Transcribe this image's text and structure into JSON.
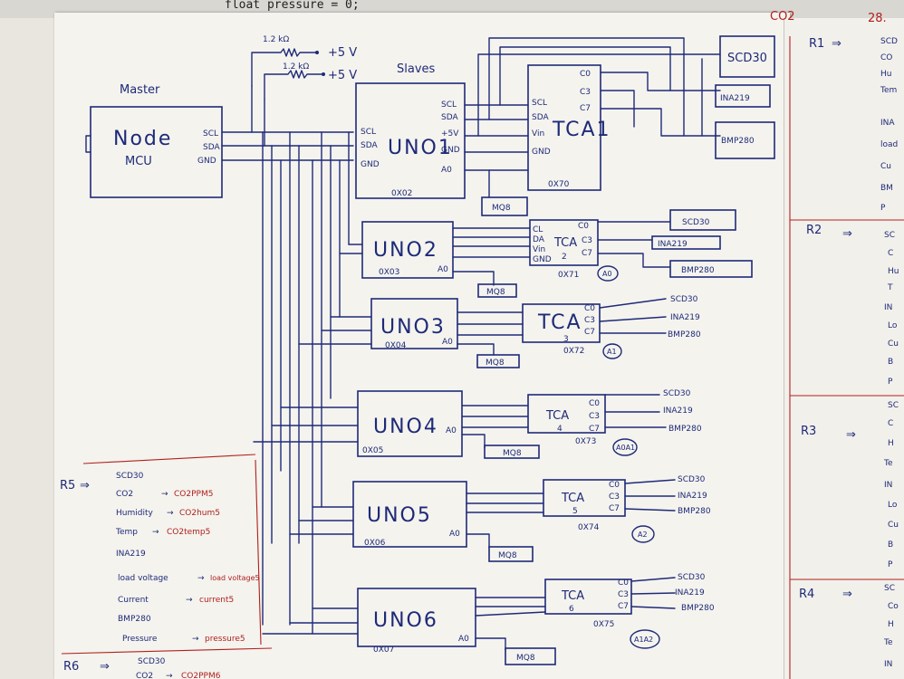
{
  "code_snippet": "float pressure = 0;",
  "top_right_marks": [
    "CO2",
    "28."
  ],
  "resistors": {
    "r1": "1.2 kΩ",
    "r2": "1.2 kΩ",
    "vcc": "+5 V"
  },
  "master": {
    "role": "Master",
    "name_line1": "Node",
    "name_line2": "MCU",
    "pins": [
      "SCL",
      "SDA",
      "GND"
    ]
  },
  "slaves_label": "Slaves",
  "uno1": {
    "name": "UNO1",
    "address": "0X02",
    "pins": [
      "SCL",
      "SDA",
      "+5V",
      "GND",
      "A0"
    ]
  },
  "tca1": {
    "name": "TCA1",
    "address": "0X70",
    "pins": [
      "SCL",
      "SDA",
      "Vin",
      "GND"
    ],
    "channels": [
      "C0",
      "C3",
      "C7"
    ]
  },
  "unos": [
    {
      "name": "UNO2",
      "address": "0X03",
      "a0": "A0"
    },
    {
      "name": "UNO3",
      "address": "0X04",
      "a0": "A0"
    },
    {
      "name": "UNO4",
      "address": "0X05",
      "a0": "A0"
    },
    {
      "name": "UNO5",
      "address": "0X06",
      "a0": "A0"
    },
    {
      "name": "UNO6",
      "address": "0X07",
      "a0": "A0"
    }
  ],
  "tcas": [
    {
      "line1": "TCA",
      "line2": "2",
      "address": "0X71",
      "tag": "A0",
      "pins": [
        "CL",
        "DA",
        "Vin",
        "GND"
      ],
      "channels": [
        "C0",
        "C3",
        "C7"
      ]
    },
    {
      "line1": "TCA",
      "line2": "3",
      "address": "0X72",
      "tag": "A1",
      "channels": [
        "C0",
        "C3",
        "C7"
      ]
    },
    {
      "line1": "TCA",
      "line2": "4",
      "address": "0X73",
      "tag": "A0A1",
      "channels": [
        "C0",
        "C3",
        "C7"
      ]
    },
    {
      "line1": "TCA",
      "line2": "5",
      "address": "0X74",
      "tag": "A2",
      "channels": [
        "C0",
        "C3",
        "C7"
      ]
    },
    {
      "line1": "TCA",
      "line2": "6",
      "address": "0X75",
      "tag": "A1A2",
      "channels": [
        "C0",
        "C3",
        "C7"
      ]
    }
  ],
  "sensors": [
    "SCD30",
    "INA219",
    "BMP280"
  ],
  "gas_sensor": "MQ8",
  "notes_r5": {
    "head": "R5",
    "lines": [
      {
        "left": "SCD30",
        "right": ""
      },
      {
        "left": "CO2",
        "right": "CO2PPM5"
      },
      {
        "left": "Humidity",
        "right": "CO2hum5"
      },
      {
        "left": "Temp",
        "right": "CO2temp5"
      },
      {
        "left": "INA219",
        "right": ""
      },
      {
        "left": "load voltage",
        "right": "load voltage5"
      },
      {
        "left": "Current",
        "right": "current5"
      },
      {
        "left": "BMP280",
        "right": ""
      },
      {
        "left": "Pressure",
        "right": "pressure5"
      }
    ]
  },
  "notes_r6": {
    "head": "R6",
    "line1": "SCD30",
    "line2_left": "CO2",
    "line2_right": "CO2PPM6"
  },
  "right_sheet": {
    "r1": {
      "head": "R1",
      "lines": [
        "SCD",
        "CO",
        "Hu",
        "Tem",
        "INA",
        "load",
        "Cu",
        "BM",
        "P"
      ]
    },
    "r2": {
      "head": "R2",
      "lines": [
        "SC",
        "C",
        "Hu",
        "T",
        "IN",
        "Lo",
        "Cu",
        "B",
        "P"
      ]
    },
    "r3": {
      "head": "R3",
      "lines": [
        "SC",
        "C",
        "H",
        "Te",
        "IN",
        "Lo",
        "Cu",
        "B",
        "P"
      ]
    },
    "r4": {
      "head": "R4",
      "lines": [
        "SC",
        "Co",
        "H",
        "Te",
        "IN"
      ]
    }
  },
  "colors": {
    "ink": "#1e2a78",
    "red_ink": "#b0201e",
    "paper": "#f4f3ee"
  }
}
